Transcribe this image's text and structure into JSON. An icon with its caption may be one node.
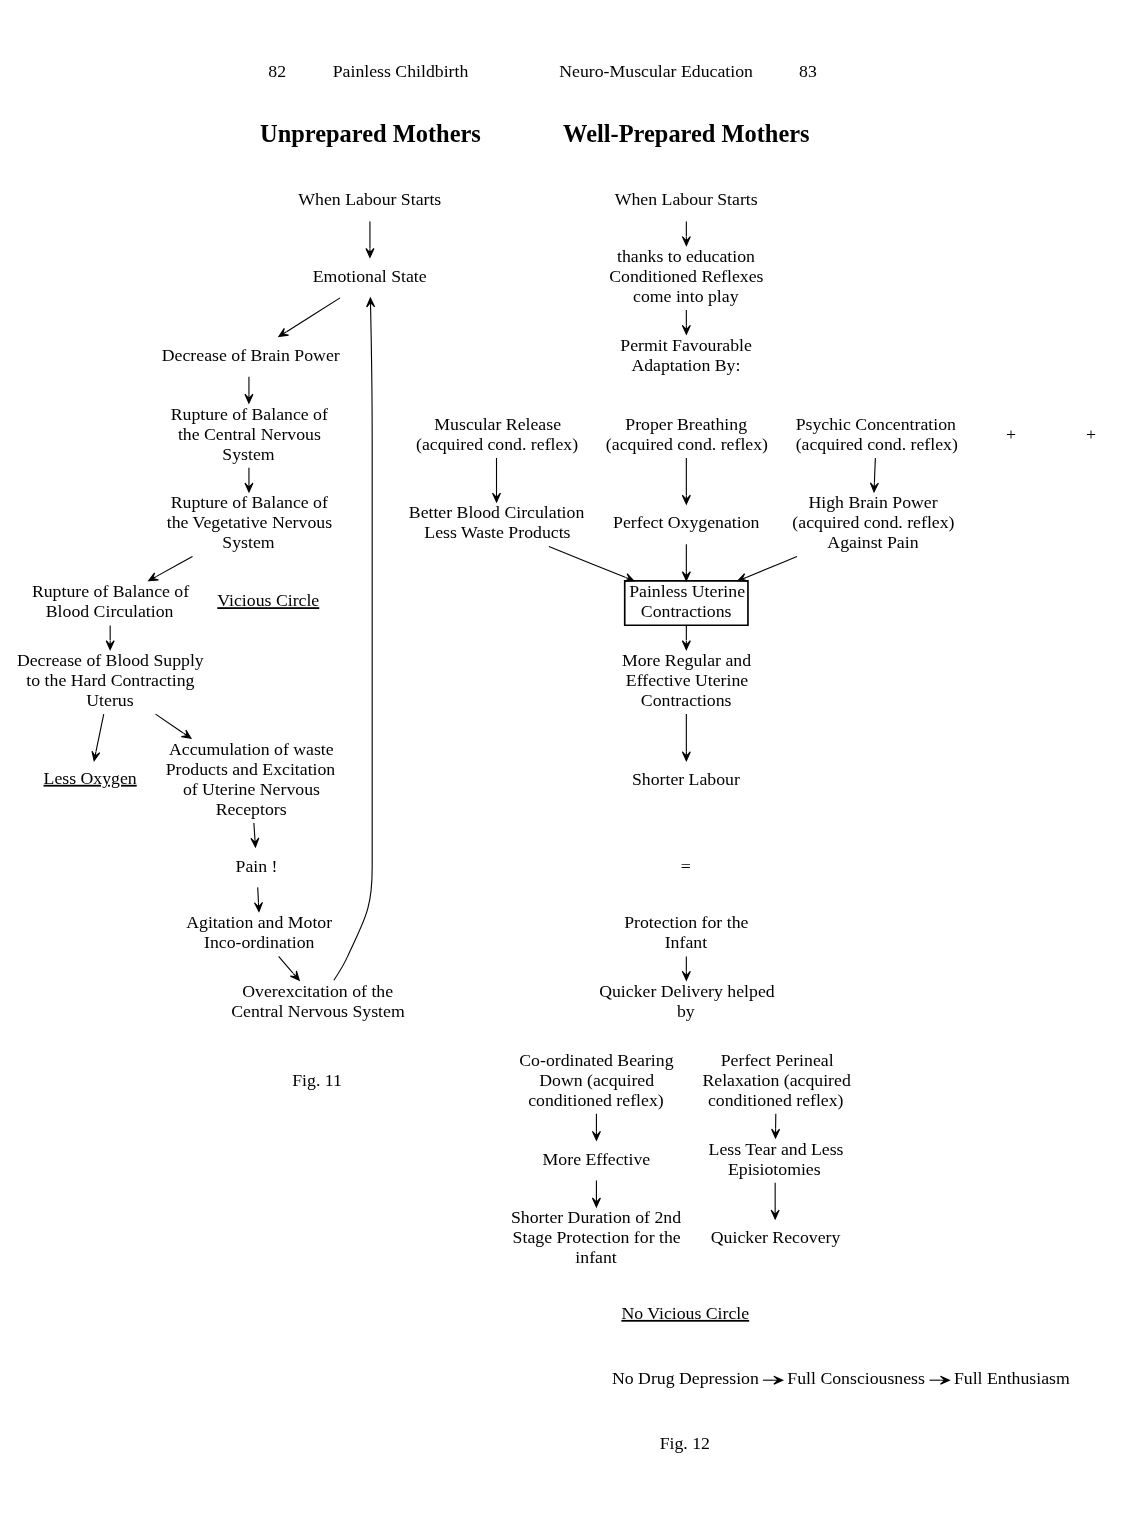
{
  "diagram": {
    "nodes": [
      {
        "text": [
          "When Labour Starts"
        ]
      },
      {
        "text": [
          "Emotional State"
        ]
      },
      {
        "text": [
          "Decrease of Brain Power"
        ]
      },
      {
        "text": [
          "Rupture of Balance of the Central Nervous System"
        ]
      },
      {
        "text": [
          "Rupture of Balance of the Vegetative Nervous System"
        ]
      },
      {
        "text": [
          "Rupture of Balance of Blood Circulation"
        ]
      },
      {
        "text": [
          "Decrease of Blood Supply to the Hard Contracting Uterus"
        ]
      },
      {
        "text": [
          "Less Oxygen"
        ]
      },
      {
        "text": [
          "Accumulation of waste Products and Excitation of Uterine Nervous Receptors"
        ]
      },
      {
        "text": [
          "Pain !"
        ]
      },
      {
        "text": [
          "Agitation and Motor Inco-ordination"
        ]
      },
      {
        "text": [
          "Overexcitation of the Central Nervous System"
        ]
      },
      {
        "text": [
          "When Labour Starts"
        ]
      },
      {
        "text": [
          "thanks to education Conditioned Reflexes come into play"
        ]
      },
      {
        "text": [
          "Permit Favourable Adaptation By:"
        ]
      },
      {
        "text": [
          "Muscular Release (acquired cond. reflex)"
        ]
      },
      {
        "text": [
          "Proper Breathing (acquired cond. reflex)"
        ]
      },
      {
        "text": [
          "Psychic Concentration (acquired cond. reflex)"
        ]
      },
      {
        "text": [
          "Better Blood Circulation Less Waste Products"
        ]
      },
      {
        "text": [
          "Perfect Oxygenation"
        ]
      },
      {
        "text": [
          "High Brain Power (acquired cond. reflex) Against Pain"
        ]
      },
      {
        "text": [
          "Painless Uterine Contractions"
        ]
      },
      {
        "text": [
          "More Regular and Effective Uterine Contractions"
        ]
      },
      {
        "text": [
          "Shorter Labour"
        ]
      },
      {
        "text": [
          "Protection for the Infant"
        ]
      },
      {
        "text": [
          "Quicker Delivery helped by"
        ]
      },
      {
        "text": [
          "Co-ordinated Bearing Down (acquired conditioned reflex)"
        ]
      },
      {
        "text": [
          "More Effective"
        ]
      },
      {
        "text": [
          "Shorter Duration of 2nd Stage Protection for the infant"
        ]
      },
      {
        "text": [
          "Perfect Perineal Relaxation (acquired conditioned reflex)"
        ]
      },
      {
        "text": [
          "Less Tear and Less Episiotomies"
        ]
      },
      {
        "text": [
          "Quicker Recovery"
        ]
      },
      {
        "text": [
          "No Drug Depression"
        ]
      },
      {
        "text": [
          "Full Consciousness"
        ]
      },
      {
        "text": [
          "Full Enthusiasm"
        ]
      }
    ],
    "edges": [
      {
        "from": 0,
        "to": 1,
        "arrow": "to"
      },
      {
        "from": 1,
        "to": 2,
        "arrow": "to"
      },
      {
        "from": 2,
        "to": 3,
        "arrow": "to"
      },
      {
        "from": 3,
        "to": 4,
        "arrow": "to"
      },
      {
        "from": 4,
        "to": 5,
        "arrow": "to"
      },
      {
        "from": 5,
        "to": 6,
        "arrow": "to"
      },
      {
        "from": 6,
        "to": 7,
        "arrow": "to"
      },
      {
        "from": 6,
        "to": 8,
        "arrow": "to"
      },
      {
        "from": 8,
        "to": 9,
        "arrow": "to"
      },
      {
        "from": 9,
        "to": 10,
        "arrow": "to"
      },
      {
        "from": 10,
        "to": 11,
        "arrow": "to"
      },
      {
        "from": 11,
        "to": 1,
        "arrow": "to"
      },
      {
        "from": 12,
        "to": 13,
        "arrow": "to"
      },
      {
        "from": 13,
        "to": 14,
        "arrow": "to"
      },
      {
        "from": 15,
        "to": 18,
        "arrow": "to"
      },
      {
        "from": 16,
        "to": 19,
        "arrow": "to"
      },
      {
        "from": 17,
        "to": 20,
        "arrow": "to"
      },
      {
        "from": 18,
        "to": 21,
        "arrow": "to"
      },
      {
        "from": 19,
        "to": 21,
        "arrow": "to"
      },
      {
        "from": 20,
        "to": 21,
        "arrow": "to"
      },
      {
        "from": 21,
        "to": 22,
        "arrow": "to"
      },
      {
        "from": 22,
        "to": 23,
        "arrow": "to"
      },
      {
        "from": 24,
        "to": 25,
        "arrow": "to"
      },
      {
        "from": 26,
        "to": 27,
        "arrow": "to"
      },
      {
        "from": 27,
        "to": 28,
        "arrow": "to"
      },
      {
        "from": 29,
        "to": 30,
        "arrow": "to"
      },
      {
        "from": 30,
        "to": 31,
        "arrow": "to"
      },
      {
        "from": 32,
        "to": 33,
        "arrow": "to"
      },
      {
        "from": 33,
        "to": 34,
        "arrow": "to"
      }
    ],
    "labels": [
      "82",
      "Painless Childbirth",
      "Unprepared Mothers",
      "Vicious Circle",
      "Fig. 11",
      "Neuro-Muscular Education",
      "83",
      "Well-Prepared Mothers",
      "+",
      "+",
      "=",
      "No Vicious Circle",
      "Fig. 12"
    ]
  }
}
